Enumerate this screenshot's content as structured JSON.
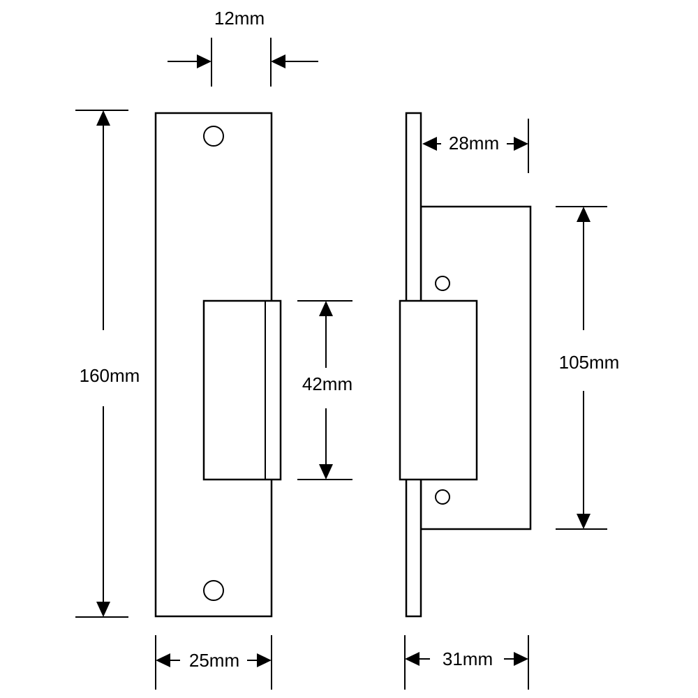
{
  "diagram": {
    "dimensions": {
      "strike_width_top": "12mm",
      "overall_height": "160mm",
      "keep_height": "42mm",
      "faceplate_width": "25mm",
      "depth_top": "28mm",
      "body_height": "105mm",
      "overall_depth": "31mm"
    }
  }
}
